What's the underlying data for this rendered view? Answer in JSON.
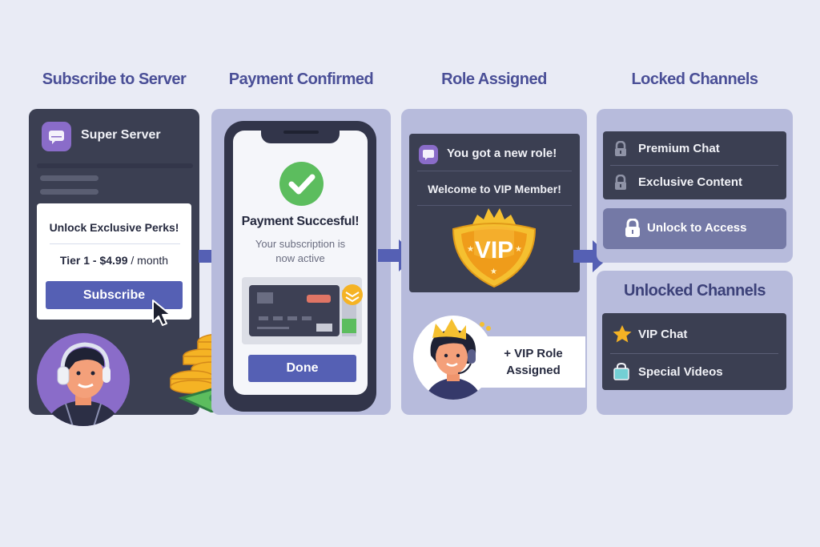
{
  "steps": [
    {
      "title": "Subscribe to Server"
    },
    {
      "title": "Payment Confirmed"
    },
    {
      "title": "Role Assigned"
    },
    {
      "title": "Locked Channels"
    }
  ],
  "subscribe": {
    "server_name": "Super Server",
    "server_icon": "chat-bubble-icon",
    "card_title": "Unlock Exclusive Perks!",
    "tier_price": "Tier 1 - $4.99",
    "tier_period": " / month",
    "button_label": "Subscribe"
  },
  "payment": {
    "title": "Payment Succesful!",
    "subtitle_line1": "Your subscription is",
    "subtitle_line2": "now active",
    "button_label": "Done"
  },
  "role": {
    "notification_title": "You got a new role!",
    "welcome": "Welcome to VIP Member!",
    "badge_text": "VIP",
    "note_line1": "+ VIP Role",
    "note_line2": "Assigned"
  },
  "locked": {
    "items": [
      {
        "label": "Premium Chat",
        "icon": "lock-icon"
      },
      {
        "label": "Exclusive Content",
        "icon": "lock-icon"
      }
    ],
    "unlock_label": "Unlock to Access"
  },
  "unlocked": {
    "title": "Unlocked Channels",
    "items": [
      {
        "label": "VIP Chat",
        "icon": "star-icon"
      },
      {
        "label": "Special Videos",
        "icon": "bag-icon"
      }
    ]
  },
  "colors": {
    "background": "#e9ebf5",
    "title": "#4a4f97",
    "dark_panel": "#3b3f52",
    "light_panel": "#b7bbdc",
    "accent_button": "#5560b4",
    "server_icon": "#8a6cc9",
    "success": "#5cbd5e",
    "gold": "#f5b324"
  }
}
